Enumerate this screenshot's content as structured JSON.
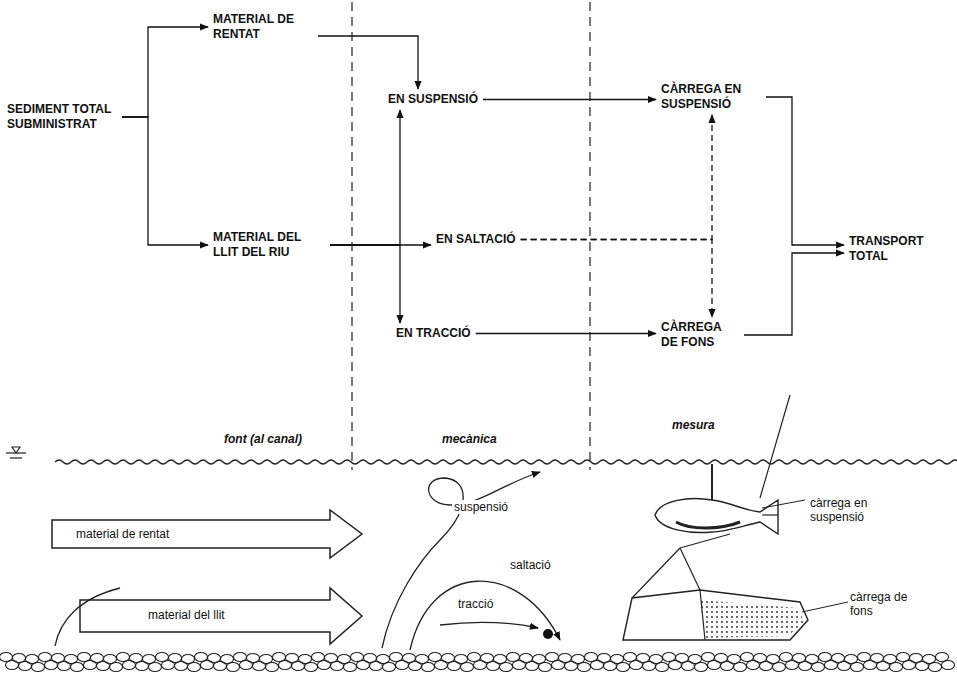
{
  "diagram": {
    "nodes": [
      {
        "text": [
          "SEDIMENT TOTAL SUBMINISTRAT"
        ]
      },
      {
        "text": [
          "MATERIAL DE RENTAT"
        ]
      },
      {
        "text": [
          "MATERIAL DEL LLIT DEL RIU"
        ]
      },
      {
        "text": [
          "EN SUSPENSIÓ"
        ]
      },
      {
        "text": [
          "EN SALTACIÓ"
        ]
      },
      {
        "text": [
          "EN TRACCIÓ"
        ]
      },
      {
        "text": [
          "CÀRREGA EN SUSPENSIÓ"
        ]
      },
      {
        "text": [
          "CÀRREGA DE FONS"
        ]
      },
      {
        "text": [
          "TRANSPORT TOTAL"
        ]
      }
    ],
    "edges": [
      {
        "from": 0,
        "to": 1,
        "arrow": "to"
      },
      {
        "from": 0,
        "to": 2,
        "arrow": "to"
      },
      {
        "from": 1,
        "to": 3,
        "arrow": "to"
      },
      {
        "from": 2,
        "to": 3,
        "arrow": "to"
      },
      {
        "from": 2,
        "to": 4,
        "arrow": "to"
      },
      {
        "from": 2,
        "to": 5,
        "arrow": "to"
      },
      {
        "from": 3,
        "to": 6,
        "arrow": "to"
      },
      {
        "from": 4,
        "to": 6,
        "arrow": "to"
      },
      {
        "from": 4,
        "to": 7,
        "arrow": "to"
      },
      {
        "from": 5,
        "to": 7,
        "arrow": "to"
      },
      {
        "from": 6,
        "to": 8,
        "arrow": "to"
      },
      {
        "from": 7,
        "to": 8,
        "arrow": "to"
      }
    ],
    "labels": [
      "font (al canal)",
      "mecànica",
      "mesura",
      "material de rentat",
      "material del llit",
      "suspensió",
      "saltació",
      "tracció",
      "càrrega en suspensió",
      "càrrega de fons"
    ]
  }
}
